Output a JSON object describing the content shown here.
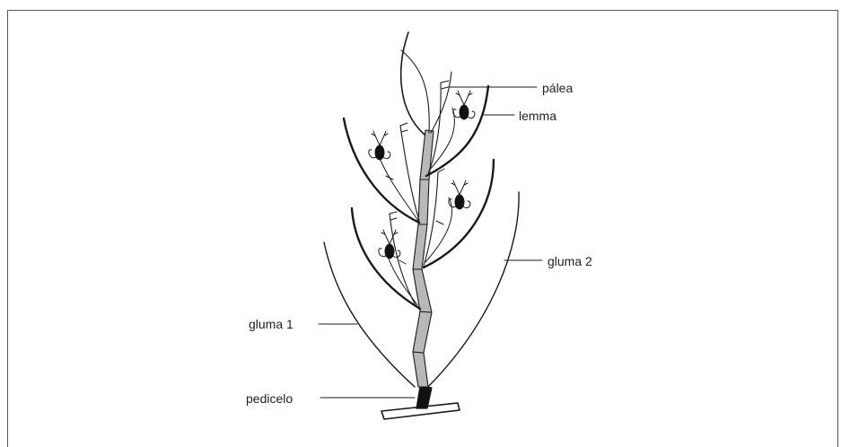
{
  "labels": {
    "palea": "pálea",
    "lemma": "lemma",
    "gluma2": "gluma 2",
    "gluma1": "gluma 1",
    "pedicelo": "pedicelo"
  },
  "colors": {
    "stroke": "#1a1a1a",
    "rachilla_fill": "#b8b8b8",
    "pedicel_fill": "#111111",
    "frame": "#555555"
  }
}
